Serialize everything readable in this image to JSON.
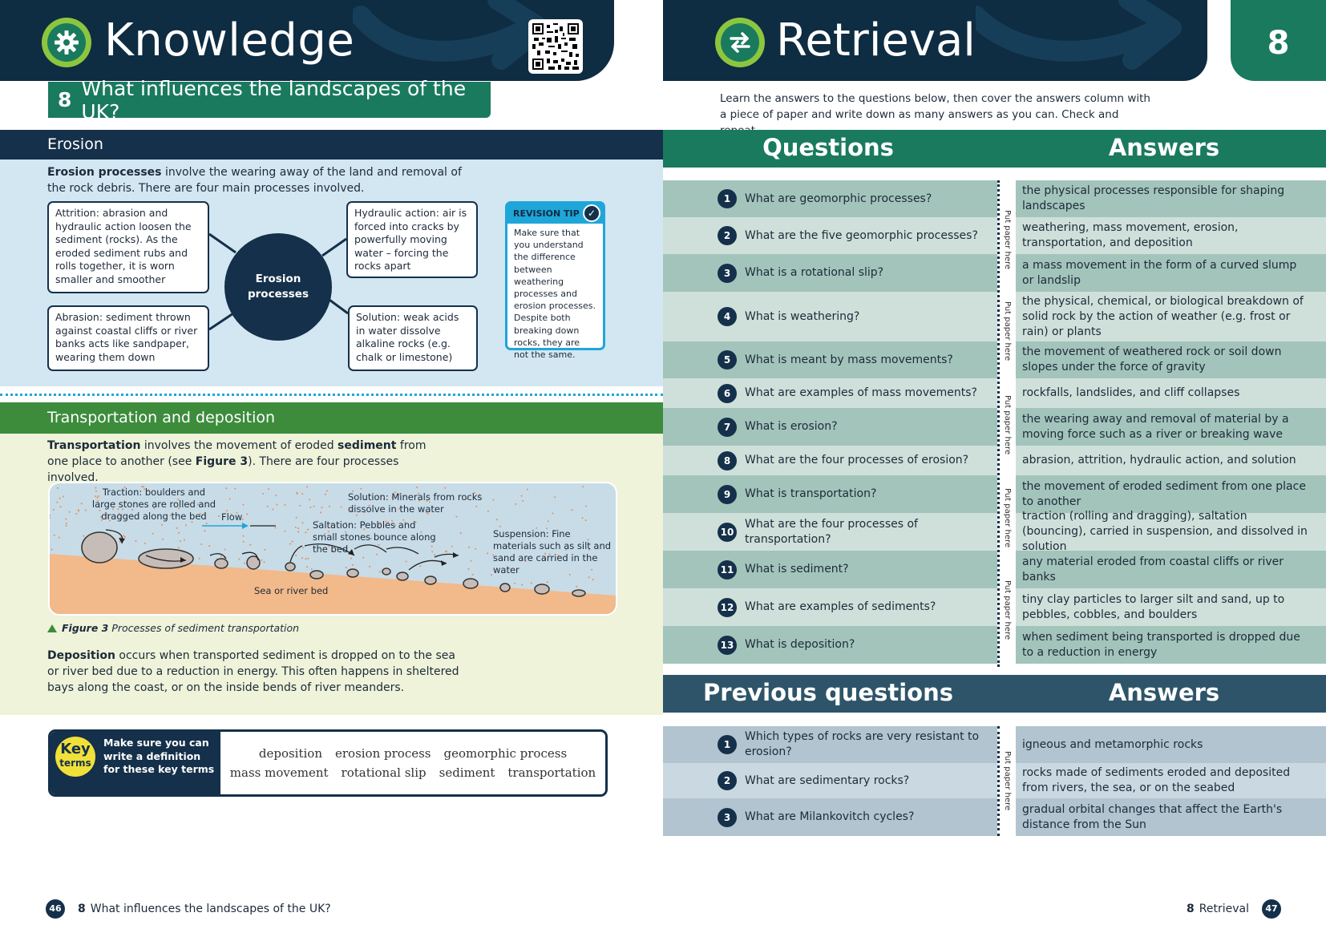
{
  "left": {
    "section_title": "Knowledge",
    "chapter_num": "8",
    "chapter_title": "What influences the landscapes of the UK?",
    "erosion": {
      "heading": "Erosion",
      "intro_bold": "Erosion processes",
      "intro_rest": " involve the wearing away of the land and removal of the rock debris. There are four main processes involved.",
      "center": "Erosion processes",
      "attrition": "Attrition: abrasion and hydraulic action loosen the sediment (rocks). As the eroded sediment rubs and rolls together, it is worn smaller and smoother",
      "abrasion": "Abrasion: sediment thrown against coastal cliffs or river banks acts like sandpaper, wearing them down",
      "hydraulic": "Hydraulic action: air is forced into cracks by powerfully moving water – forcing the rocks apart",
      "solution": "Solution: weak acids in water dissolve alkaline rocks (e.g. chalk or limestone)"
    },
    "revision_tip": {
      "title": "REVISION TIP",
      "body": "Make sure that you understand the difference between weathering processes and erosion processes. Despite both breaking down rocks, they are not the same."
    },
    "transport": {
      "heading": "Transportation and deposition",
      "intro_b1": "Transportation",
      "intro_t1": " involves the movement of eroded ",
      "intro_b2": "sediment",
      "intro_t2": " from one place to another (see ",
      "intro_b3": "Figure 3",
      "intro_t3": "). There are four processes involved.",
      "fig": {
        "traction": "Traction: boulders and large stones are rolled and dragged along the bed",
        "flow": "Flow",
        "solution": "Solution: Minerals from rocks dissolve in the water",
        "saltation": "Saltation: Pebbles and small stones bounce along the bed",
        "suspension": "Suspension: Fine materials such as silt and sand are carried in the water",
        "bed": "Sea or river bed"
      },
      "caption_b": "Figure 3",
      "caption_t": " Processes of sediment transportation",
      "dep_b": "Deposition",
      "dep_t": " occurs when transported sediment is dropped on to the sea or river bed due to a reduction in energy. This often happens in sheltered bays along the coast, or on the inside bends of river meanders."
    },
    "key_terms": {
      "badge_top": "Key",
      "badge_bottom": "terms",
      "instruction": "Make sure you can write a definition for these key terms",
      "terms": [
        "deposition",
        "erosion process",
        "geomorphic process",
        "mass movement",
        "rotational slip",
        "sediment",
        "transportation"
      ]
    },
    "footer": {
      "page": "46",
      "chapter": "8",
      "title": "What influences the landscapes of the UK?"
    }
  },
  "right": {
    "section_title": "Retrieval",
    "tab_num": "8",
    "instructions": "Learn the answers to the questions below, then cover the answers column with a piece of paper and write down as many answers as you can. Check and repeat.",
    "questions_header": "Questions",
    "answers_header": "Answers",
    "paper_label": "Put paper here",
    "qa": [
      {
        "n": "1",
        "q": "What are geomorphic processes?",
        "a": "the physical processes responsible for shaping landscapes"
      },
      {
        "n": "2",
        "q": "What are the five geomorphic processes?",
        "a": "weathering, mass movement, erosion, transportation, and deposition"
      },
      {
        "n": "3",
        "q": "What is a rotational slip?",
        "a": "a mass movement in the form of a curved slump or landslip"
      },
      {
        "n": "4",
        "q": "What is weathering?",
        "a": "the physical, chemical, or biological breakdown of solid rock by the action of weather (e.g. frost or rain) or plants"
      },
      {
        "n": "5",
        "q": "What is meant by mass movements?",
        "a": "the movement of weathered rock or soil down slopes under the force of gravity"
      },
      {
        "n": "6",
        "q": "What are examples of mass movements?",
        "a": "rockfalls, landslides, and cliff collapses"
      },
      {
        "n": "7",
        "q": "What is erosion?",
        "a": "the wearing away and removal of material by a moving force such as a river or breaking wave"
      },
      {
        "n": "8",
        "q": "What are the four processes of erosion?",
        "a": "abrasion, attrition, hydraulic action, and solution"
      },
      {
        "n": "9",
        "q": "What is transportation?",
        "a": "the movement of eroded sediment from one place to another"
      },
      {
        "n": "10",
        "q": "What are the four processes of transportation?",
        "a": "traction (rolling and dragging), saltation (bouncing), carried in suspension, and dissolved in solution"
      },
      {
        "n": "11",
        "q": "What is sediment?",
        "a": "any material eroded from coastal cliffs or river banks"
      },
      {
        "n": "12",
        "q": "What are examples of sediments?",
        "a": "tiny clay particles to larger silt and sand, up to pebbles, cobbles, and boulders"
      },
      {
        "n": "13",
        "q": "What is deposition?",
        "a": "when sediment being transported is dropped due to a reduction in energy"
      }
    ],
    "prev_header": "Previous questions",
    "prev_answers_header": "Answers",
    "prev": [
      {
        "n": "1",
        "q": "Which types of rocks are very resistant to erosion?",
        "a": "igneous and metamorphic rocks"
      },
      {
        "n": "2",
        "q": "What are sedimentary rocks?",
        "a": "rocks made of sediments eroded and deposited from rivers, the sea, or on the seabed"
      },
      {
        "n": "3",
        "q": "What are Milankovitch cycles?",
        "a": "gradual orbital changes that affect the Earth's distance from the Sun"
      }
    ],
    "footer": {
      "chapter": "8",
      "label": "Retrieval",
      "page": "47"
    }
  },
  "colors": {
    "navy": "#0e2c42",
    "green": "#1a7a5e",
    "lime": "#8cc63f",
    "row_dark": "#a3c4bb",
    "row_light": "#cfe0da",
    "prev_dark": "#b1c4cf",
    "prev_light": "#cad9e1"
  },
  "icons": [
    "gear-icon",
    "swap-arrows-icon",
    "qr-code",
    "checklist-icon"
  ]
}
